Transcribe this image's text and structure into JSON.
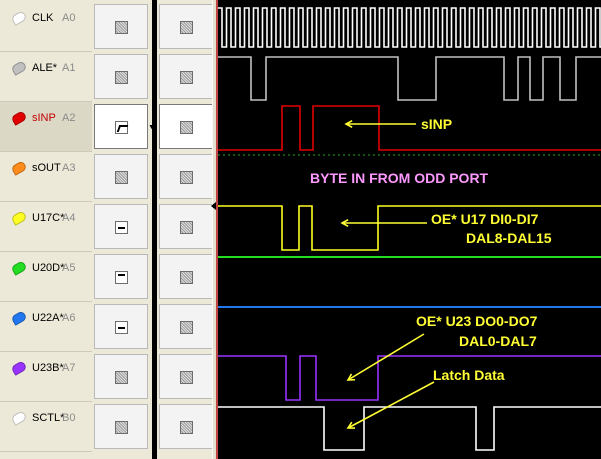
{
  "channels": [
    {
      "name": "CLK",
      "pin": "A0",
      "color": "#ffffff"
    },
    {
      "name": "ALE*",
      "pin": "A1",
      "color": "#c0c0c0"
    },
    {
      "name": "sINP",
      "pin": "A2",
      "color": "#e00000"
    },
    {
      "name": "sOUT",
      "pin": "A3",
      "color": "#ff8c1a"
    },
    {
      "name": "U17C*",
      "pin": "A4",
      "color": "#ffff22"
    },
    {
      "name": "U20D*",
      "pin": "A5",
      "color": "#22dd22"
    },
    {
      "name": "U22A*",
      "pin": "A6",
      "color": "#2277ee"
    },
    {
      "name": "U23B*",
      "pin": "A7",
      "color": "#9933ff"
    },
    {
      "name": "SCTL*",
      "pin": "B0",
      "color": "#ffffff"
    }
  ],
  "trigger_modes": {
    "column1": [
      "dont-care-icon",
      "dont-care-icon",
      "rising-edge-icon",
      "dont-care-icon",
      "high-level-icon",
      "high-level-icon",
      "high-level-icon",
      "dont-care-icon",
      "dont-care-icon"
    ],
    "column2": [
      "dont-care-icon",
      "dont-care-icon",
      "dont-care-icon",
      "dont-care-icon",
      "dont-care-icon",
      "dont-care-icon",
      "dont-care-icon",
      "dont-care-icon",
      "dont-care-icon"
    ]
  },
  "annotations": {
    "sinp": "sINP",
    "byte_in": "BYTE IN FROM ODD PORT",
    "oe_u17_line1": "OE* U17 DI0-DI7",
    "oe_u17_line2": "DAL8-DAL15",
    "oe_u23_line1": "OE* U23  DO0-DO7",
    "oe_u23_line2": "DAL0-DAL7",
    "latch": "Latch Data"
  },
  "colors": {
    "annotation": "#ffff33",
    "byte_in": "#ff99ff",
    "background": "#000000",
    "panel": "#ece9d8"
  }
}
